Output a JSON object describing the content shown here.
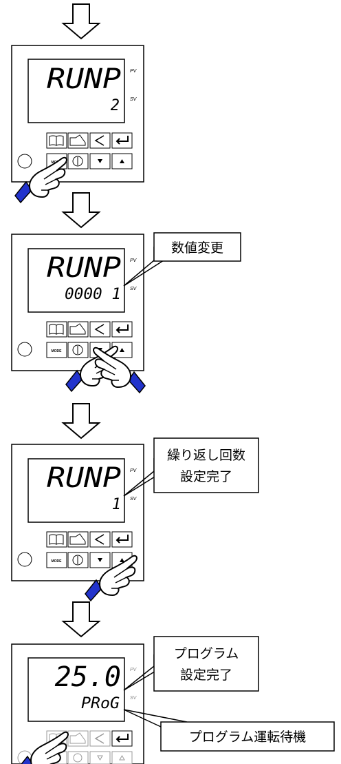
{
  "labels": {
    "pv": "PV",
    "sv": "SV",
    "mode": "MODE"
  },
  "panels": [
    {
      "pv_display": "RUNP",
      "sv_display": "2",
      "dimmed": false
    },
    {
      "pv_display": "RUNP",
      "sv_display": "0000 1",
      "dimmed": false
    },
    {
      "pv_display": "RUNP",
      "sv_display": "1",
      "dimmed": false
    },
    {
      "pv_display": "25.0",
      "sv_display": "PRoG",
      "dimmed": true
    }
  ],
  "callouts": {
    "change_value": "数値変更",
    "repeat_line1": "繰り返し回数",
    "repeat_line2": "設定完了",
    "program_line1": "プログラム",
    "program_line2": "設定完了",
    "program_standby": "プログラム運転待機"
  }
}
